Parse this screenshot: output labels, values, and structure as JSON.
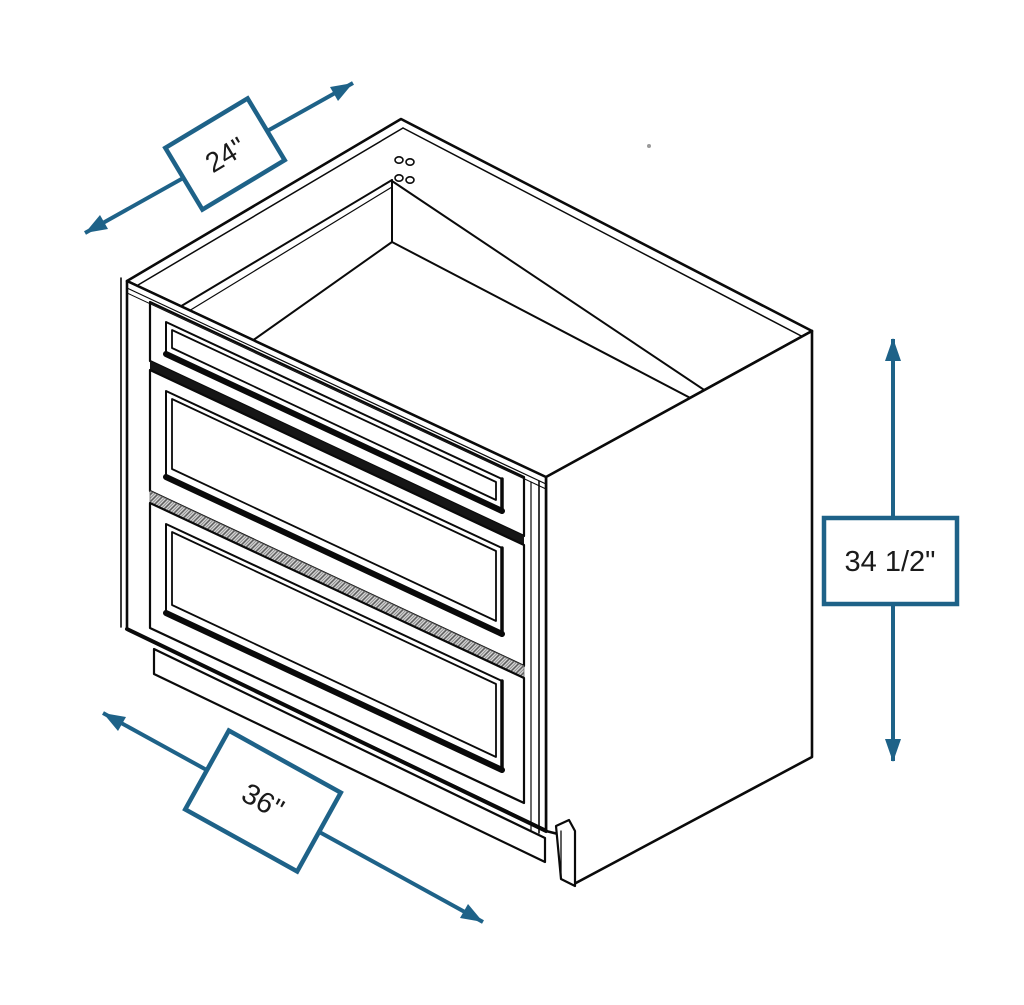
{
  "drawing": {
    "subject_label": "three-drawer-base-cabinet-isometric"
  },
  "colors": {
    "accent": "#1E6288",
    "line": "#0a0a0a",
    "background": "#ffffff",
    "gap_shadow": "#161616",
    "gap_hatch_dark": "#5a5a5a",
    "gap_hatch_light": "#dcdcdc"
  },
  "dimensions": {
    "depth": {
      "label": "24\"",
      "orientation": "diagonal-back"
    },
    "width": {
      "label": "36\"",
      "orientation": "diagonal-front"
    },
    "height": {
      "label": "34 1/2\"",
      "orientation": "vertical"
    }
  }
}
